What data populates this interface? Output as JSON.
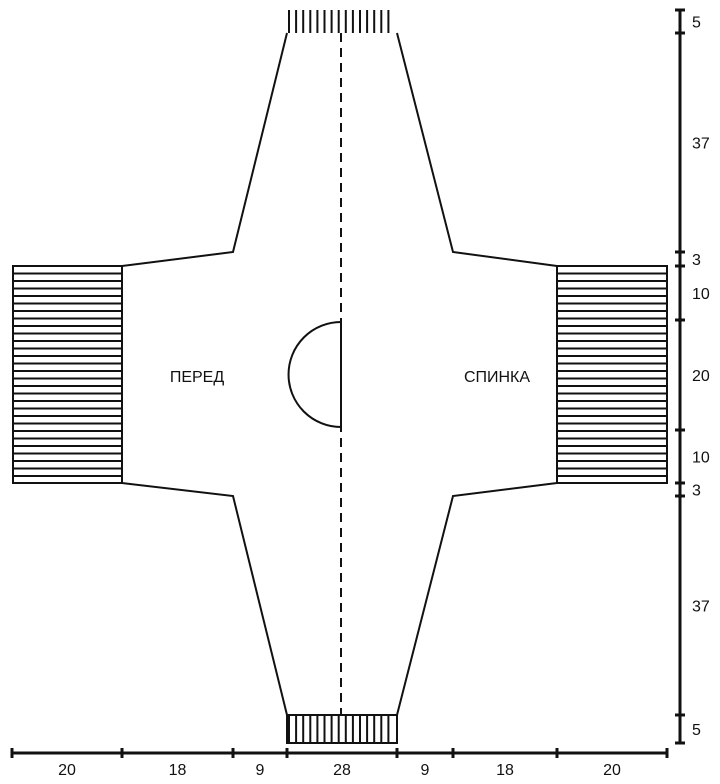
{
  "pieces": {
    "front_label": "ПЕРЕД",
    "back_label": "СПИНКА"
  },
  "vertical_dimensions": [
    "5",
    "37",
    "3",
    "10",
    "20",
    "10",
    "3",
    "37",
    "5"
  ],
  "horizontal_dimensions": [
    "20",
    "18",
    "9",
    "28",
    "9",
    "18",
    "20"
  ],
  "colors": {
    "line": "#111111",
    "background": "#ffffff"
  }
}
